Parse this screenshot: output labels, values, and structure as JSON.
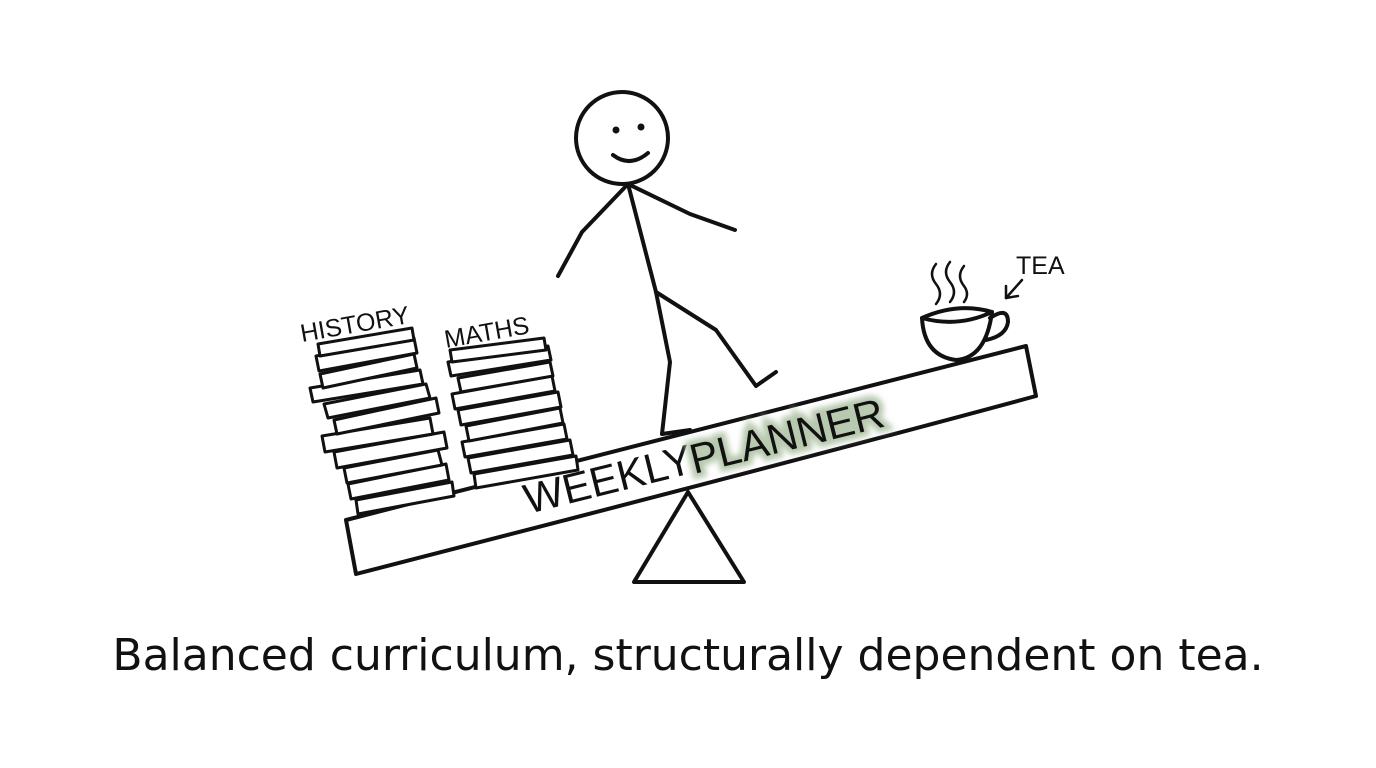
{
  "labels": {
    "history": "HISTORY",
    "maths": "MATHS",
    "tea": "TEA",
    "weekly": "WEEKLY",
    "planner": "PLANNER"
  },
  "caption": "Balanced curriculum, structurally dependent on tea.",
  "colors": {
    "ink": "#111111",
    "highlight": "#b7c9ae",
    "background": "#ffffff"
  }
}
